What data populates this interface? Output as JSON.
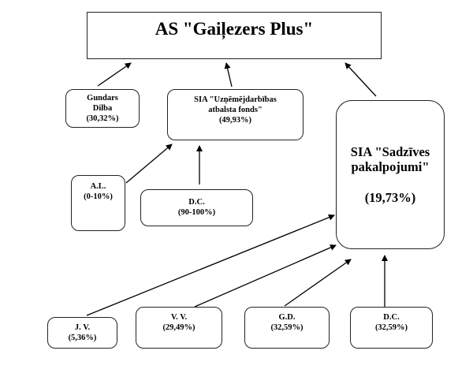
{
  "diagram": {
    "type": "ownership-structure",
    "nodes": {
      "top": {
        "label": "AS \"Gaiļezers Plus\""
      },
      "gundars": {
        "lines": [
          "Gundars",
          "Dilba",
          "(30,32%)"
        ]
      },
      "fonds": {
        "lines": [
          "SIA \"Uzņēmējdarbības",
          "atbalsta fonds\"",
          "(49,93%)"
        ]
      },
      "sadzives": {
        "lines": [
          "SIA \"Sadzīves",
          "pakalpojumi\""
        ],
        "pct": "(19,73%)"
      },
      "al": {
        "lines": [
          "A.L.",
          "(0-10%)"
        ]
      },
      "dc1": {
        "lines": [
          "D.C.",
          "(90-100%)"
        ]
      },
      "jv": {
        "lines": [
          "J. V.",
          "(5,36%)"
        ]
      },
      "vv": {
        "lines": [
          "V. V.",
          "(29,49%)"
        ]
      },
      "gd": {
        "lines": [
          "G.D.",
          "(32,59%)"
        ]
      },
      "dc2": {
        "lines": [
          "D.C.",
          "(32,59%)"
        ]
      }
    },
    "edges": [
      {
        "from": "gundars",
        "to": "top"
      },
      {
        "from": "fonds",
        "to": "top"
      },
      {
        "from": "sadzives",
        "to": "top"
      },
      {
        "from": "al",
        "to": "fonds"
      },
      {
        "from": "dc1",
        "to": "fonds"
      },
      {
        "from": "jv",
        "to": "sadzives"
      },
      {
        "from": "vv",
        "to": "sadzives"
      },
      {
        "from": "gd",
        "to": "sadzives"
      },
      {
        "from": "dc2",
        "to": "sadzives"
      }
    ]
  }
}
